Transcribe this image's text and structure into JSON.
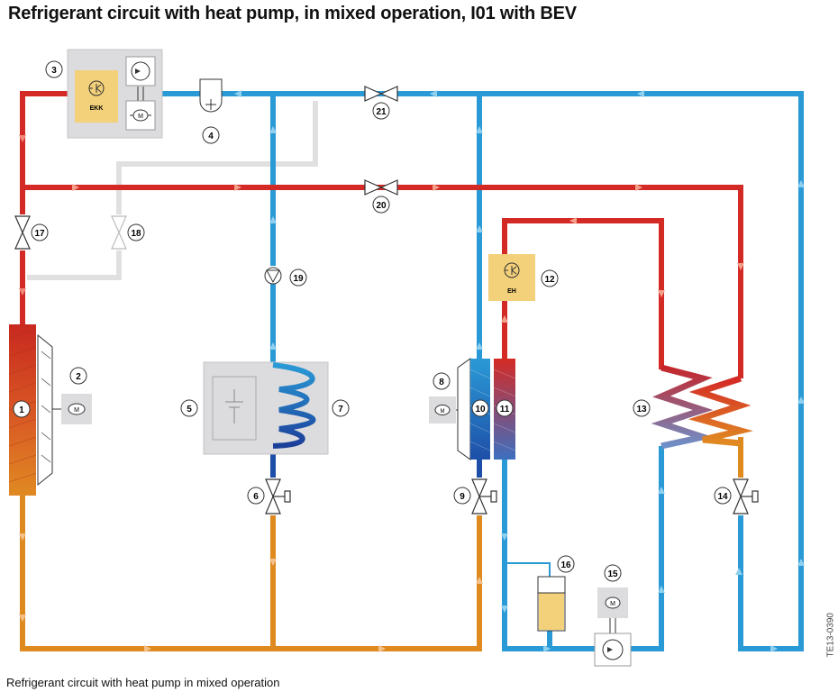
{
  "title": "Refrigerant circuit with heat pump, in mixed operation, I01 with BEV",
  "caption": "Refrigerant circuit with heat pump in mixed operation",
  "reference_code": "TE13-0390",
  "components": {
    "ekk_label": "EKK",
    "eh_label": "EH",
    "motor_symbol": "M"
  },
  "callouts": [
    "1",
    "2",
    "3",
    "4",
    "5",
    "6",
    "7",
    "8",
    "9",
    "10",
    "11",
    "12",
    "13",
    "14",
    "15",
    "16",
    "17",
    "18",
    "19",
    "20",
    "21"
  ],
  "colors": {
    "hot_high_pressure": "#d42a26",
    "cold_low_pressure": "#2a9ad6",
    "liquid": "#df8a1f",
    "inactive": "#dcdcdc",
    "component_box": "#dcdcde",
    "yellow_box": "#f3d07a"
  }
}
